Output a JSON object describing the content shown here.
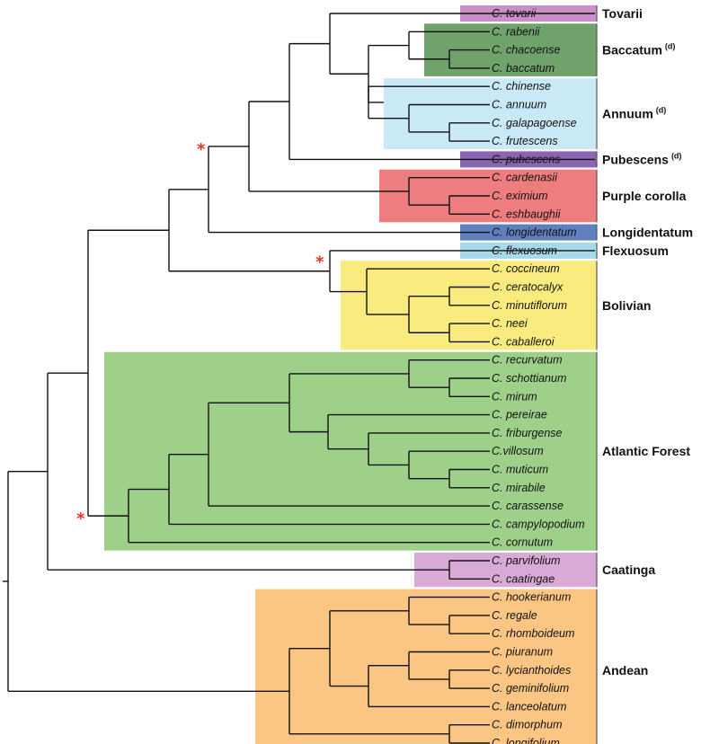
{
  "colors": {
    "tovarii": "#c98fc6",
    "baccatum": "#6fa36b",
    "annuum": "#c9e9f7",
    "pubescens": "#8b66b0",
    "purple_corolla": "#ee7d7f",
    "longidentatum": "#5f7fbf",
    "flexuosum": "#a6d9ea",
    "bolivian": "#f9eb7e",
    "atlantic_forest": "#9fd08a",
    "caatinga": "#d9aad5",
    "andean": "#fbc684",
    "star": "#e0332f"
  },
  "marker_symbol": "*",
  "clades": [
    {
      "key": "tovarii",
      "label": "Tovarii",
      "sup": ""
    },
    {
      "key": "baccatum",
      "label": "Baccatum",
      "sup": "(d)"
    },
    {
      "key": "annuum",
      "label": "Annuum",
      "sup": "(d)"
    },
    {
      "key": "pubescens",
      "label": "Pubescens",
      "sup": "(d)"
    },
    {
      "key": "purple_corolla",
      "label": "Purple corolla",
      "sup": ""
    },
    {
      "key": "longidentatum",
      "label": "Longidentatum",
      "sup": ""
    },
    {
      "key": "flexuosum",
      "label": "Flexuosum",
      "sup": ""
    },
    {
      "key": "bolivian",
      "label": "Bolivian",
      "sup": ""
    },
    {
      "key": "atlantic_forest",
      "label": "Atlantic Forest",
      "sup": ""
    },
    {
      "key": "caatinga",
      "label": "Caatinga",
      "sup": ""
    },
    {
      "key": "andean",
      "label": "Andean",
      "sup": ""
    }
  ],
  "species": [
    "C. tovarii",
    "C. rabenii",
    "C. chacoense",
    "C. baccatum",
    "C. chinense",
    "C. annuum",
    "C. galapagoense",
    "C. frutescens",
    "C. pubescens",
    "C. cardenasii",
    "C. eximium",
    "C. eshbaughii",
    "C. longidentatum",
    "C. flexuosum",
    "C. coccineum",
    "C. ceratocalyx",
    "C. minutiflorum",
    "C. neei",
    "C. caballeroi",
    "C. recurvatum",
    "C. schottianum",
    "C. mirum",
    "C. pereirae",
    "C. friburgense",
    "C.villosum",
    "C. muticum",
    "C. mirabile",
    "C. carassense",
    "C. campylopodium",
    "C. cornutum",
    "C. parvifolium",
    "C. caatingae",
    "C. hookerianum",
    "C. regale",
    "C. rhomboideum",
    "C. piuranum",
    "C. lycianthoides",
    "C. geminifolium",
    "C. lanceolatum",
    "C. dimorphum",
    "C. longifolium"
  ]
}
